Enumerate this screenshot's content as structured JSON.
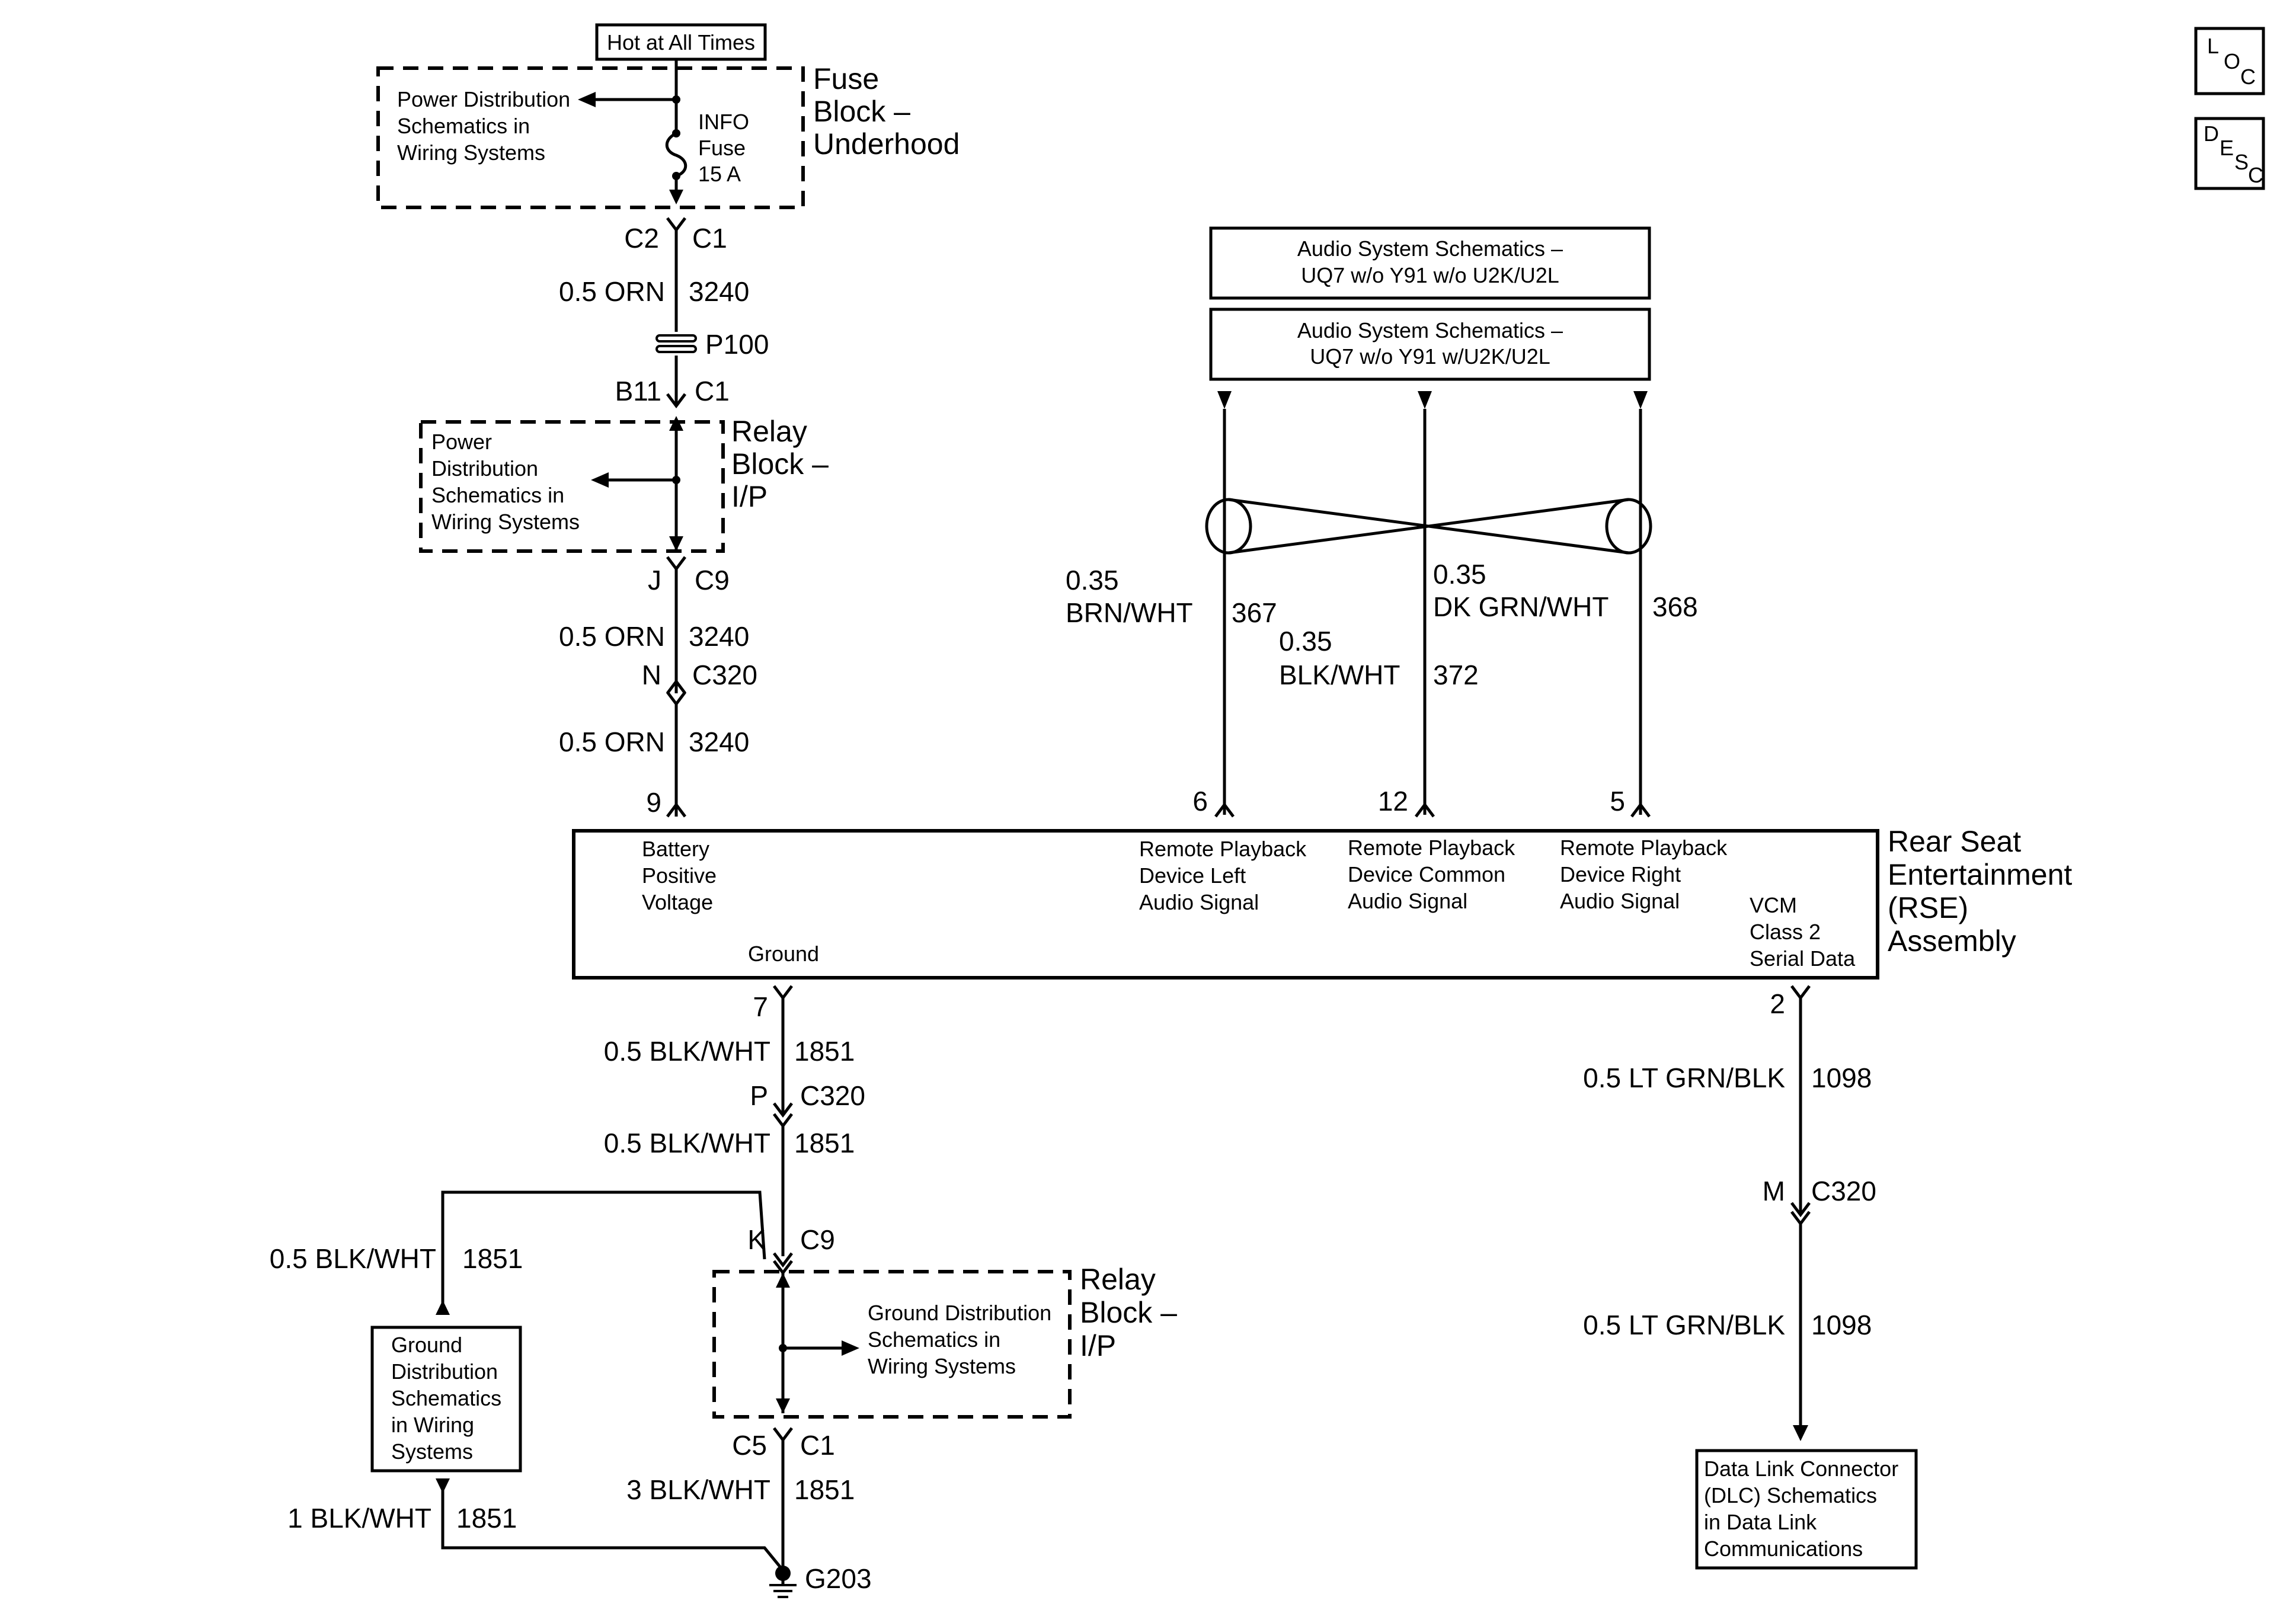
{
  "icons": {
    "loc": [
      "L",
      "O",
      "C"
    ],
    "desc": [
      "D",
      "E",
      "S",
      "C"
    ]
  },
  "hot_label": "Hot at All Times",
  "fuse_block": {
    "name": [
      "Fuse",
      "Block –",
      "Underhood"
    ],
    "ref": [
      "Power Distribution",
      "Schematics in",
      "Wiring Systems"
    ],
    "fuse": [
      "INFO",
      "Fuse",
      "15 A"
    ]
  },
  "conn_c2_c1": {
    "left": "C2",
    "right": "C1"
  },
  "wire_3240_a": {
    "gauge": "0.5 ORN",
    "circuit": "3240"
  },
  "splice_p100": "P100",
  "conn_b11_c1": {
    "left": "B11",
    "right": "C1"
  },
  "relay_block_top": {
    "name": [
      "Relay",
      "Block –",
      "I/P"
    ],
    "ref": [
      "Power",
      "Distribution",
      "Schematics in",
      "Wiring Systems"
    ]
  },
  "conn_j_c9": {
    "left": "J",
    "right": "C9"
  },
  "wire_3240_b": {
    "gauge": "0.5 ORN",
    "circuit": "3240"
  },
  "conn_n_c320": {
    "left": "N",
    "right": "C320"
  },
  "wire_3240_c": {
    "gauge": "0.5 ORN",
    "circuit": "3240"
  },
  "audio_refs": [
    [
      "Audio System Schematics –",
      "UQ7 w/o Y91 w/o U2K/U2L"
    ],
    [
      "Audio System Schematics –",
      "UQ7 w/o Y91 w/U2K/U2L"
    ]
  ],
  "wire_367": {
    "gauge": "0.35",
    "color": "BRN/WHT",
    "circuit": "367"
  },
  "wire_372": {
    "gauge": "0.35",
    "color": "BLK/WHT",
    "circuit": "372"
  },
  "wire_368": {
    "gauge": "0.35",
    "color": "DK GRN/WHT",
    "circuit": "368"
  },
  "rse": {
    "name": [
      "Rear Seat",
      "Entertainment",
      "(RSE)",
      "Assembly"
    ],
    "pins": {
      "p9": "9",
      "p6": "6",
      "p12": "12",
      "p5": "5",
      "p7": "7",
      "p2": "2"
    },
    "battery": [
      "Battery",
      "Positive",
      "Voltage"
    ],
    "left_audio": [
      "Remote Playback",
      "Device Left",
      "Audio Signal"
    ],
    "common_audio": [
      "Remote Playback",
      "Device Common",
      "Audio Signal"
    ],
    "right_audio": [
      "Remote Playback",
      "Device Right",
      "Audio Signal"
    ],
    "vcm": [
      "VCM",
      "Class 2",
      "Serial Data"
    ],
    "ground": "Ground"
  },
  "wire_1851_a": {
    "gauge": "0.5 BLK/WHT",
    "circuit": "1851"
  },
  "conn_p_c320": {
    "left": "P",
    "right": "C320"
  },
  "wire_1851_b": {
    "gauge": "0.5 BLK/WHT",
    "circuit": "1851"
  },
  "wire_1851_c": {
    "gauge": "0.5 BLK/WHT",
    "circuit": "1851"
  },
  "conn_k_c9": {
    "left": "K",
    "right": "C9"
  },
  "ground_ref_box": [
    "Ground",
    "Distribution",
    "Schematics",
    "in Wiring",
    "Systems"
  ],
  "relay_block_bottom": {
    "name": [
      "Relay",
      "Block –",
      "I/P"
    ],
    "ref": [
      "Ground Distribution",
      "Schematics in",
      "Wiring Systems"
    ]
  },
  "conn_c5_c1": {
    "left": "C5",
    "right": "C1"
  },
  "wire_1851_d": {
    "gauge": "3 BLK/WHT",
    "circuit": "1851"
  },
  "wire_1851_e": {
    "gauge": "1 BLK/WHT",
    "circuit": "1851"
  },
  "ground_g203": "G203",
  "wire_1098_a": {
    "gauge": "0.5 LT GRN/BLK",
    "circuit": "1098"
  },
  "conn_m_c320": {
    "left": "M",
    "right": "C320"
  },
  "wire_1098_b": {
    "gauge": "0.5 LT GRN/BLK",
    "circuit": "1098"
  },
  "dlc_box": [
    "Data Link Connector",
    "(DLC) Schematics",
    "in Data Link",
    "Communications"
  ]
}
